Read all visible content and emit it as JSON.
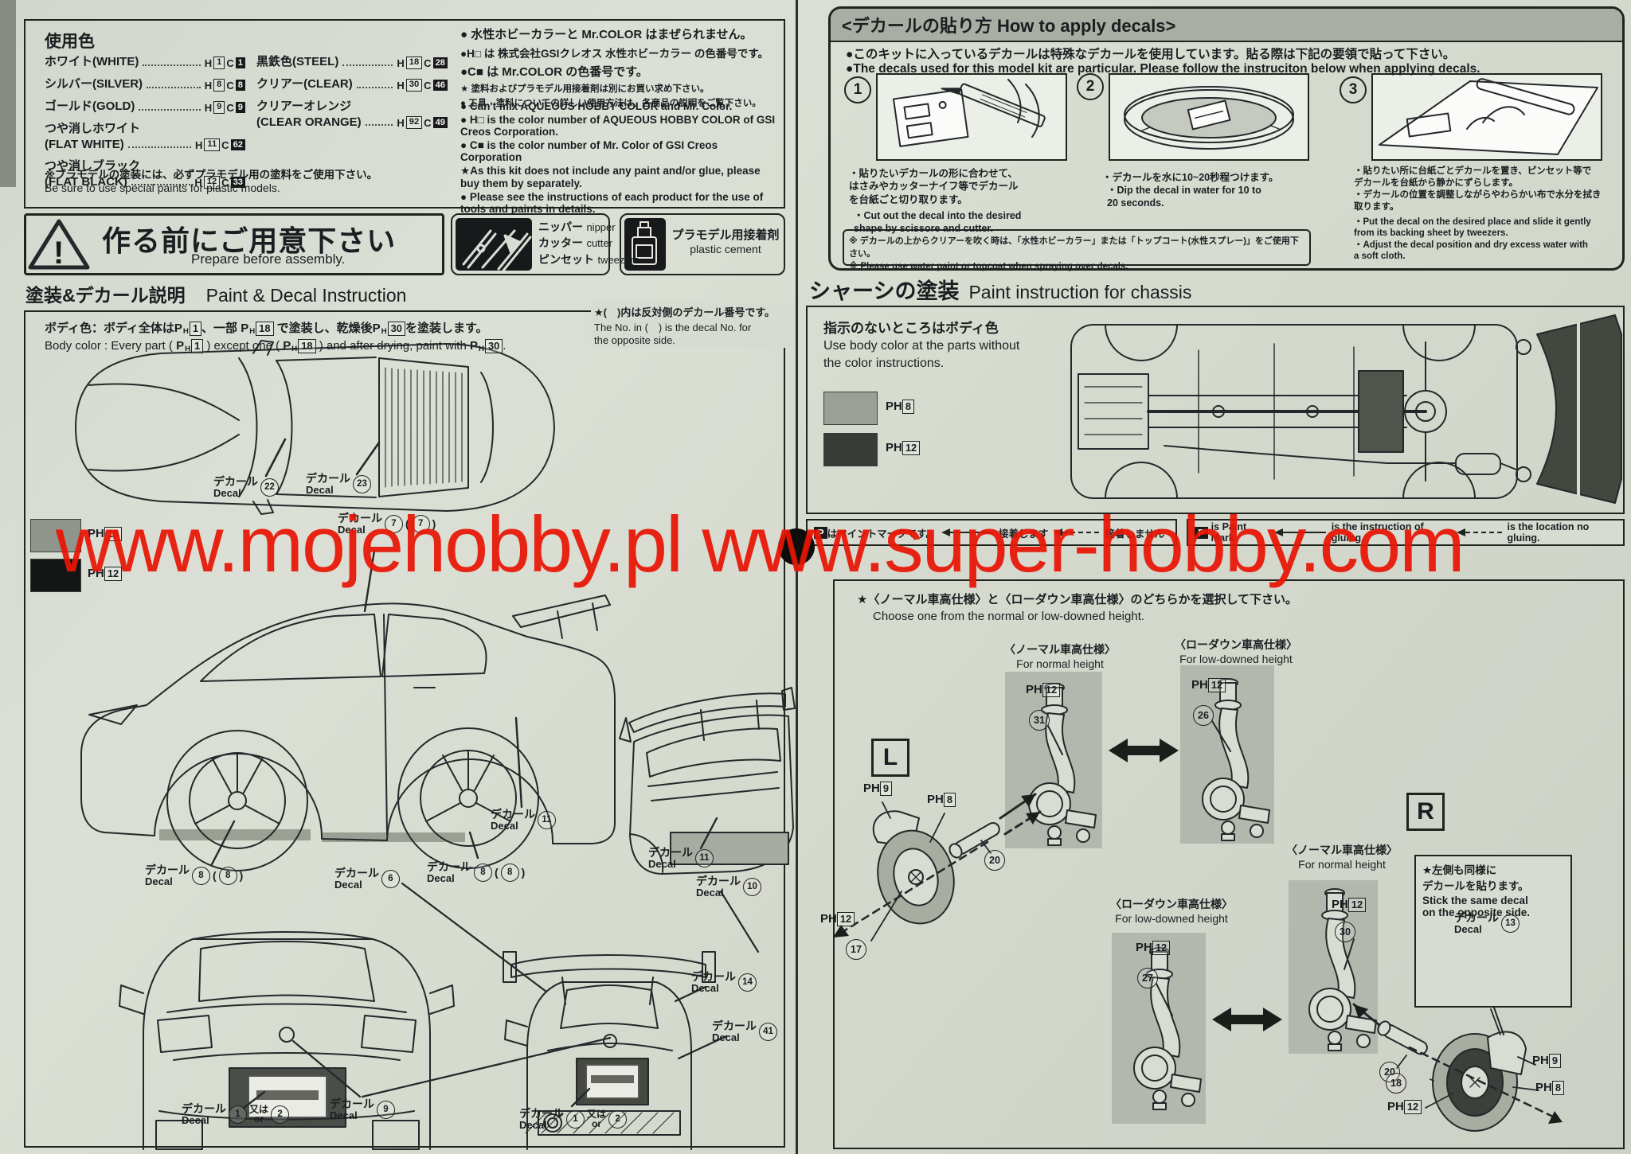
{
  "sym": {
    "p": "P",
    "h": "H",
    "c": "C",
    "excl": "!",
    "left": "L",
    "right": "R",
    "op": "(",
    "cp": ")"
  },
  "watermark": {
    "text": "www.mojehobby.pl www.super-hobby.com",
    "color": "#e91505"
  },
  "colors_box": {
    "title": "使用色",
    "col_a": [
      {
        "name": "ホワイト(WHITE)",
        "h": "1",
        "c": "1"
      },
      {
        "name": "シルバー(SILVER)",
        "h": "8",
        "c": "8"
      },
      {
        "name": "ゴールド(GOLD)",
        "h": "9",
        "c": "9"
      },
      {
        "name": "つや消しホワイト",
        "name2": "(FLAT WHITE)",
        "h": "11",
        "c": "62"
      },
      {
        "name": "つや消しブラック",
        "name2": "(FLAT BLACK)",
        "h": "12",
        "c": "33"
      }
    ],
    "col_b": [
      {
        "name": "黒鉄色(STEEL)",
        "h": "18",
        "c": "28"
      },
      {
        "name": "クリアー(CLEAR)",
        "h": "30",
        "c": "46"
      },
      {
        "name": "クリアーオレンジ",
        "name2": "(CLEAR ORANGE)",
        "h": "92",
        "c": "49"
      }
    ],
    "note_jp": "※プラモデルの塗装には、必ずプラモデル用の塗料をご使用下さい。",
    "note_en": "Be sure to use special paints for plastic models.",
    "bullets_jp": [
      "● 水性ホビーカラーと Mr.COLOR はまぜられません。",
      "●H□ は 株式会社GSIクレオス 水性ホビーカラー の色番号です。",
      "●C■ は Mr.COLOR の色番号です。",
      "★ 塗料およびプラモデル用接着剤は別にお買い求め下さい。",
      "● 工具、塗料についての詳しい使用方法は、各商品の説明をご覧下さい。"
    ],
    "bullets_en": [
      "● Can't mix AQUEOUS HOBBY COLOR and Mr. Color.",
      "● H□ is the color number of AQUEOUS HOBBY COLOR of GSI Creos Corporation.",
      "● C■ is the color number of Mr. Color of GSI Creos Corporation",
      "★As this kit does not include any paint and/or glue, please buy them by separately.",
      "● Please see the instructions of each product for the use of tools and paints in details."
    ]
  },
  "prepare": {
    "title_jp": "作る前にご用意下さい",
    "title_en": "Prepare before assembly.",
    "tools": [
      {
        "jp": "ニッパー",
        "en": "nipper"
      },
      {
        "jp": "カッター",
        "en": "cutter"
      },
      {
        "jp": "ピンセット",
        "en": "tweezers"
      }
    ],
    "cement_jp": "プラモデル用接着剤",
    "cement_en": "plastic cement"
  },
  "paint_section": {
    "title_jp": "塗装&デカール説明",
    "title_en": "Paint & Decal Instruction",
    "body_jp_1": "ボディ色：ボディ全体は",
    "body_jp_2": "、一部 ",
    "body_jp_3": " で塗装し、乾燥後",
    "body_jp_4": "を塗装します。",
    "body_en_1": "Body color : Every part ( ",
    "body_en_2": " ) except one ( ",
    "body_en_3": " ) and after drying, paint with ",
    "body_en_4": ".",
    "opposite_jp": "★(　)内は反対側のデカール番号です。",
    "opposite_en": "The No. in (　) is the decal No. for\nthe opposite side.",
    "decal_jp": "デカール",
    "decal_en": "Decal",
    "or_jp": "又は",
    "or_en": "or"
  },
  "phnums": {
    "n1": "1",
    "n8": "8",
    "n9": "9",
    "n12": "12",
    "n18": "18",
    "n30": "30"
  },
  "nums": {
    "n1": "1",
    "n2": "2",
    "n6": "6",
    "n7": "7",
    "n8": "8",
    "n9": "9",
    "n10": "10",
    "n11": "11",
    "n13": "13",
    "n14": "14",
    "n17": "17",
    "n18": "18",
    "n20": "20",
    "n22": "22",
    "n23": "23",
    "n26": "26",
    "n27": "27",
    "n30": "30",
    "n31": "31",
    "n41": "41"
  },
  "decal_howto": {
    "header": "<デカールの貼り方 How to apply decals>",
    "intro_jp": "●このキットに入っているデカールは特殊なデカールを使用しています。貼る際は下記の要領で貼って下さい。",
    "intro_en": "●The decals used for this model kit are particular. Please follow the instruciton below when applying decals.",
    "steps": [
      {
        "num": "1",
        "jp": "・貼りたいデカールの形に合わせて、\nはさみやカッターナイフ等でデカール\nを台紙ごと切り取ります。",
        "en": "・Cut out the decal into the desired\nshape by scissore and cutter."
      },
      {
        "num": "2",
        "jp": "・デカールを水に10~20秒程つけます。",
        "en": "・Dip the decal in water for 10 to\n20 seconds."
      },
      {
        "num": "3",
        "jp": "・貼りたい所に台紙ごとデカールを置き、ピンセット等で\nデカールを台紙から静かにずらします。\n・デカールの位置を調整しながらやわらかい布で水分を拭き\n取ります。",
        "en": "・Put the decal on the desired place and slide it gently\nfrom its backing sheet by tweezers.\n・Adjust the decal position and dry excess water with\na soft cloth."
      }
    ],
    "note_jp": "※ デカールの上からクリアーを吹く時は、「水性ホビーカラー」または「トップコート(水性スプレー)」をご使用下さい。",
    "note_en": "※ Please use water paint or topcoat when spraying over decals."
  },
  "chassis": {
    "title_jp": "シャーシの塗装",
    "title_en": "Paint instruction for chassis",
    "note_jp": "指示のないところはボディ色",
    "note_en": "Use body color at the parts without\nthe color instructions."
  },
  "legend": {
    "p_jp": "はペイントマークです。",
    "glue_jp": "接着します",
    "noglue_jp": "接着しません",
    "p_en": "is Paint Mark",
    "glue_en": "is the instruction of gluing.",
    "noglue_en": "is the location no gluing."
  },
  "suspension": {
    "choose_jp": "★〈ノーマル車高仕様〉と〈ローダウン車高仕様〉のどちらかを選択して下さい。",
    "choose_en": "Choose one from the normal or low-downed height.",
    "normal_jp": "〈ノーマル車高仕様〉",
    "normal_en": "For normal height",
    "low_jp": "〈ローダウン車高仕様〉",
    "low_en": "For low-downed height",
    "same_jp": "★左側も同様に\nデカールを貼ります。",
    "same_en": "Stick the same decal\non the opposite side."
  }
}
